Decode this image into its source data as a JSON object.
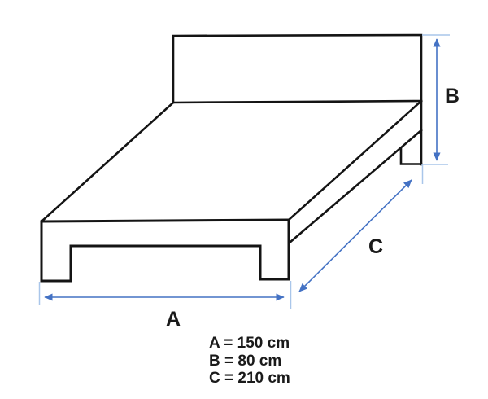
{
  "diagram": {
    "subject": "bed-dimension-diagram",
    "dimension_labels": {
      "a": "A",
      "b": "B",
      "c": "C"
    },
    "legend": {
      "entries": [
        {
          "text": "A = 150 cm",
          "label": "A",
          "value": 150,
          "unit": "cm"
        },
        {
          "text": "B = 80 cm",
          "label": "B",
          "value": 80,
          "unit": "cm"
        },
        {
          "text": "C = 210 cm",
          "label": "C",
          "value": 210,
          "unit": "cm"
        }
      ]
    },
    "colors": {
      "outline": "#141414",
      "dimension_line": "#4472C4",
      "extension_line": "#A9C6EA",
      "text": "#1a1a1a",
      "background": "#ffffff"
    }
  }
}
